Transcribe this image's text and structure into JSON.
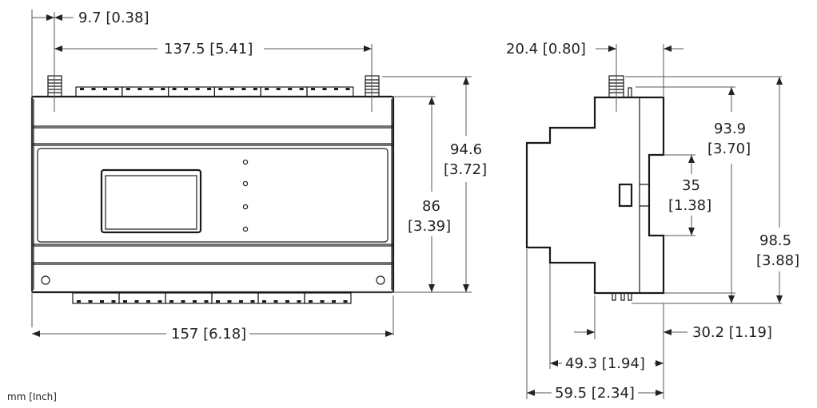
{
  "units_note": "mm [Inch]",
  "front_view": {
    "antenna_offset": "9.7 [0.38]",
    "antenna_spacing": "137.5 [5.41]",
    "overall_height_a": "94.6",
    "overall_height_b": "[3.72]",
    "body_height_a": "86",
    "body_height_b": "[3.39]",
    "width": "157 [6.18]"
  },
  "side_view": {
    "antenna_depth": "20.4 [0.80]",
    "height_a": "93.9",
    "height_b": "[3.70]",
    "din_rail_a": "35",
    "din_rail_b": "[1.38]",
    "overall_height_a": "98.5",
    "overall_height_b": "[3.88]",
    "depth_front": "30.2 [1.19]",
    "depth_mid": "49.3 [1.94]",
    "depth_total": "59.5 [2.34]"
  }
}
